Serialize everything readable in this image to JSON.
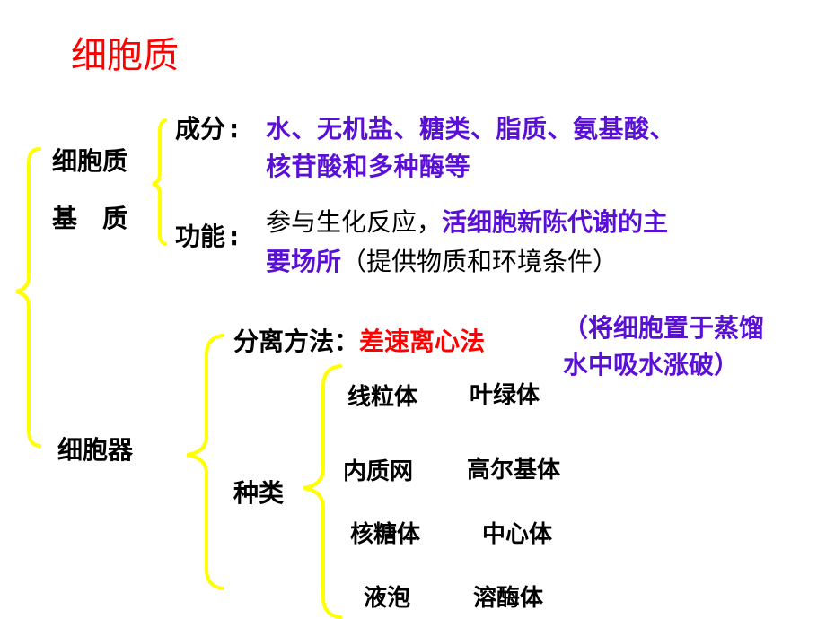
{
  "slide": {
    "title": "细胞质",
    "colors": {
      "title": "#ff0000",
      "highlight_purple": "#5a0fd6",
      "highlight_red": "#ff0000",
      "brace": "#ffff00",
      "text": "#000000"
    },
    "cytosol": {
      "label_line1": "细胞质",
      "label_line2": "基　质",
      "composition": {
        "label": "成分",
        "colon": ":",
        "line1": "水、无机盐、糖类、脂质、氨基酸、",
        "line2": "核苷酸和多种酶等"
      },
      "function": {
        "label": "功能",
        "colon": ":",
        "line1_plain": "参与生化反应，",
        "line1_highlight": "活细胞新陈代谢的主",
        "line2_highlight": "要场所",
        "line2_plain": "（提供物质和环境条件）"
      }
    },
    "organelles": {
      "label": "细胞器",
      "separation": {
        "label": "分离方法：",
        "method": "差速离心法",
        "note_line1": "（将细胞置于蒸馏",
        "note_line2": "水中吸水涨破）"
      },
      "types": {
        "label": "种类",
        "rows": [
          [
            "线粒体",
            "叶绿体"
          ],
          [
            "内质网",
            "高尔基体"
          ],
          [
            "核糖体",
            "中心体"
          ],
          [
            "液泡",
            "溶酶体"
          ]
        ]
      }
    }
  }
}
